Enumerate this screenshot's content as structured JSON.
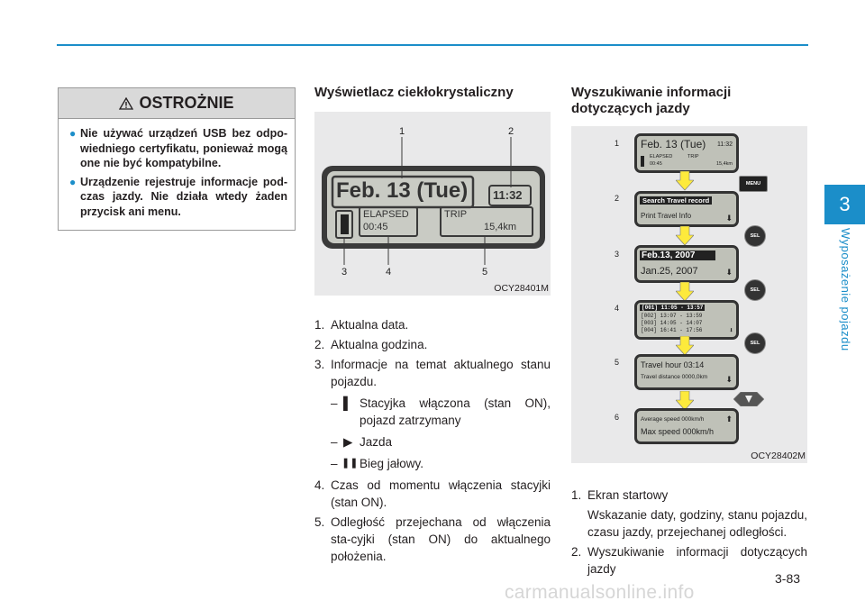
{
  "chapter": {
    "number": "3",
    "title": "Wyposażenie pojazdu"
  },
  "page_number": "3-83",
  "watermark": "carmanualsonline.info",
  "warning": {
    "title": "OSTROŻNIE",
    "items": [
      "Nie używać urządzeń USB bez odpo-wiedniego certyfikatu, ponieważ mogą one nie być kompatybilne.",
      "Urządzenie rejestruje informacje pod-czas jazdy. Nie działa wtedy żaden przycisk ani menu."
    ]
  },
  "lcd_section": {
    "heading": "Wyświetlacz ciekłokrystaliczny",
    "figure": {
      "code": "OCY28401M",
      "date": "Feb. 13 (Tue)",
      "time": "11:32",
      "elapsed_label": "ELAPSED",
      "elapsed_value": "00:45",
      "trip_label": "TRIP",
      "trip_value": "15,4km",
      "callouts": [
        "1",
        "2",
        "3",
        "4",
        "5"
      ]
    },
    "list": [
      {
        "n": "1.",
        "text": "Aktualna data."
      },
      {
        "n": "2.",
        "text": "Aktualna godzina."
      },
      {
        "n": "3.",
        "text": "Informacje na temat aktualnego stanu pojazdu."
      },
      {
        "n": "4.",
        "text": "Czas od momentu włączenia stacyjki (stan ON)."
      },
      {
        "n": "5.",
        "text": "Odległość przejechana od włączenia sta-cyjki (stan ON) do aktualnego położenia."
      }
    ],
    "subitems": [
      {
        "icon": "▌",
        "text": "Stacyjka włączona (stan ON), pojazd zatrzymany"
      },
      {
        "icon": "▶",
        "text": "Jazda"
      },
      {
        "icon": "❚❚",
        "text": "Bieg jałowy."
      }
    ]
  },
  "search_section": {
    "heading": "Wyszukiwanie informacji dotyczących jazdy",
    "figure": {
      "code": "OCY28402M",
      "menu_label": "MENU",
      "sel_label": "SEL",
      "row_numbers": [
        "1",
        "2",
        "3",
        "4",
        "5",
        "6"
      ],
      "screen1": {
        "date": "Feb. 13 (Tue)",
        "time": "11:32",
        "elapsed": "ELAPSED",
        "elapsed_val": "00:45",
        "trip": "TRIP",
        "trip_val": "15,4km"
      },
      "screen2": {
        "line1": "Search Travel record",
        "line2": "Print Travel Info"
      },
      "screen3": {
        "line1": "Feb.13, 2007",
        "line2": "Jan.25, 2007"
      },
      "screen4": {
        "lines": [
          "[001] 11:05 - 13:57",
          "[002] 13:07 - 13:59",
          "[003] 14:05 - 14:07",
          "[004] 16:41 - 17:56"
        ]
      },
      "screen5": {
        "line1": "Travel hour 03:14",
        "line2": "Travel distance 0000,0km"
      },
      "screen6": {
        "line1": "Average speed 000km/h",
        "line2": "Max speed 000km/h"
      }
    },
    "list": [
      {
        "n": "1.",
        "title": "Ekran startowy",
        "text": "Wskazanie daty, godziny, stanu pojazdu, czasu jazdy, przejechanej odległości."
      },
      {
        "n": "2.",
        "title": "Wyszukiwanie informacji dotyczących jazdy",
        "text": ""
      }
    ]
  }
}
